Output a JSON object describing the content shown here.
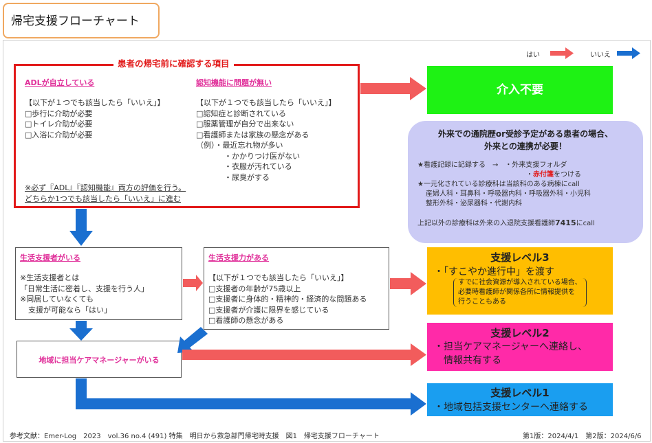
{
  "header": {
    "title": "帰宅支援フローチャート"
  },
  "legend": {
    "yes_label": "はい",
    "no_label": "いいえ",
    "yes_color": "#f25c5c",
    "no_color": "#1a6fd0"
  },
  "check_box": {
    "title": "患者の帰宅前に確認する項目",
    "adl": {
      "heading": "ADLが自立している",
      "lines": [
        "【以下が１つでも該当したら「いいえ」】",
        "□歩行に介助が必要",
        "□トイレ介助が必要",
        "□入浴に介助が必要"
      ]
    },
    "cognition": {
      "heading": "認知機能に問題が無い",
      "lines": [
        "【以下が１つでも該当したら「いいえ」】",
        "□認知症と診断されている",
        "□服薬管理が自分で出来ない",
        "□看護師または家族の懸念がある",
        "（例）・最近忘れ物が多い",
        "・かかりつけ医がない",
        "・衣服が汚れている",
        "・尿臭がする"
      ]
    },
    "note_lines": [
      "※必ず『ADL』『認知機能』両方の評価を行う。",
      "どちらか1つでも該当したら「いいえ」に進む"
    ]
  },
  "support_person": {
    "heading": "生活支援者がいる",
    "lines": [
      "※生活支援者とは",
      "「日常生活に密着し、支援を行う人」",
      "※同居していなくても",
      "支援が可能なら「はい」"
    ]
  },
  "support_ability": {
    "heading": "生活支援力がある",
    "lines": [
      "【以下が１つでも該当したら「いいえ」】",
      "□支援者の年齢が75歳以上",
      "□支援者に身体的・精神的・経済的な問題ある",
      "□支援者が介護に限界を感じている",
      "□看護師の懸念がある"
    ]
  },
  "care_manager": {
    "label": "地域に担当ケアマネージャーがいる"
  },
  "no_intervention": {
    "label": "介入不要"
  },
  "outpatient": {
    "title_lines": [
      "外来での通院歴or受診予定がある患者の場合、",
      "外来との連携が必要！"
    ],
    "record_line": "★看護記録に記録する　→　・外来支援フォルダ",
    "tag_prefix": "・",
    "tag_highlight": "赤付箋",
    "tag_suffix": "をつける",
    "unified_lines": [
      "★一元化されている診療科は当該科のある病棟にcall",
      "産婦人科・耳鼻科・呼吸器内科・呼吸器外科・小児科",
      "整形外科・泌尿器科・代謝内科"
    ],
    "other_prefix": "上記以外の診療科は外来の入退院支援看護師",
    "other_number": "7415",
    "other_suffix": "にcall"
  },
  "level3": {
    "title": "支援レベル3",
    "main": "・「すこやか進行中」を渡す",
    "sub_lines": [
      "すでに社会資源が導入されている場合、",
      "必要時看護師が関係各所に情報提供を",
      "行うこともある"
    ]
  },
  "level2": {
    "title": "支援レベル2",
    "lines": [
      "・担当ケアマネージャーへ連絡し、",
      "情報共有する"
    ]
  },
  "level1": {
    "title": "支援レベル1",
    "line": "・地域包括支援センターへ連絡する"
  },
  "footer": {
    "reference": "参考文献：Emer-Log　2023　vol.36 no.4 (491) 特集　明日から救急部門帰宅時支援　図1　帰宅支援フローチャート",
    "version": "第1版：2024/4/1　第2版：2024/6/6"
  }
}
